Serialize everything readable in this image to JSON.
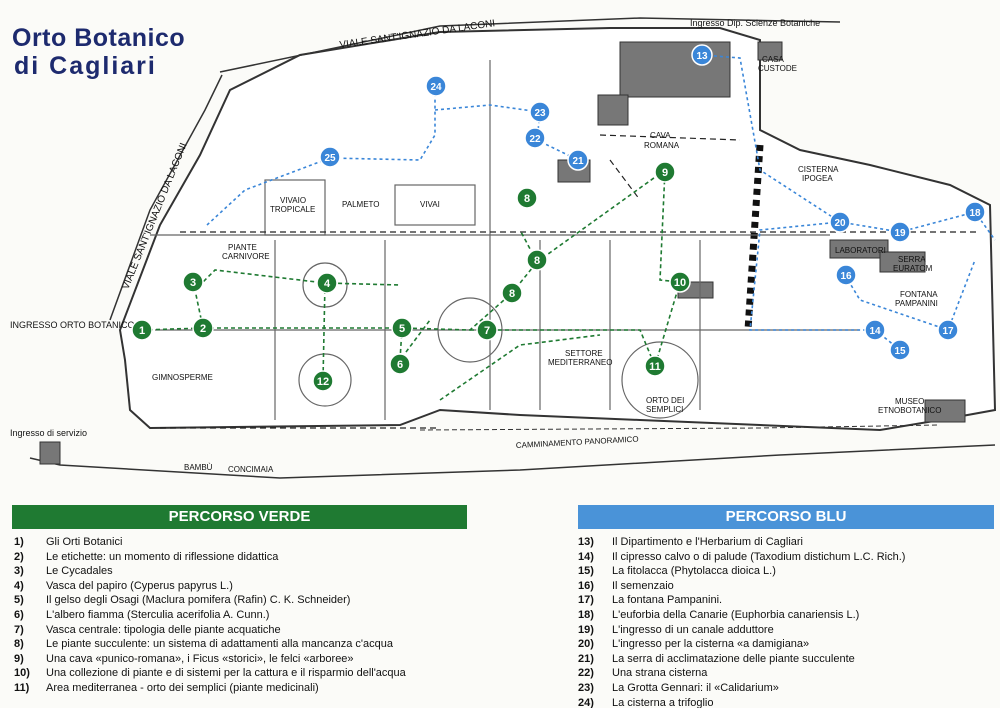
{
  "title": {
    "line1": "Orto Botanico",
    "line2": "di Cagliari"
  },
  "map_labels": {
    "viale_top": "VIALE SANT'IGNAZIO DA LACONI",
    "viale_left": "VIALE SANT'IGNAZIO DA LACONI",
    "ingresso_dip": "Ingresso Dip. Scienze Botaniche",
    "casa_custode_1": "CASA",
    "casa_custode_2": "CUSTODE",
    "cava_romana_1": "CAVA",
    "cava_romana_2": "ROMANA",
    "cisterna_ipogea_1": "CISTERNA",
    "cisterna_ipogea_2": "IPOGEA",
    "vivaio_tropicale_1": "VIVAIO",
    "vivaio_tropicale_2": "TROPICALE",
    "palmeto": "PALMETO",
    "vivai": "VIVAI",
    "piante_carnivore_1": "PIANTE",
    "piante_carnivore_2": "CARNIVORE",
    "laboratori": "LABORATORI",
    "serra_euratom_1": "SERRA",
    "serra_euratom_2": "EURATOM",
    "fontana_pampanini_1": "FONTANA",
    "fontana_pampanini_2": "PAMPANINI",
    "ingresso_orto": "INGRESSO ORTO BOTANICO",
    "gimnosperme": "GIMNOSPERME",
    "settore_med_1": "SETTORE",
    "settore_med_2": "MEDITERRANEO",
    "orto_semplici_1": "ORTO DEI",
    "orto_semplici_2": "SEMPLICI",
    "museo_1": "MUSEO",
    "museo_2": "ETNOBOTANICO",
    "ingresso_servizio": "Ingresso di servizio",
    "camminamento": "CAMMINAMENTO PANORAMICO",
    "bambu": "BAMBÙ",
    "concimaia": "CONCIMAIA"
  },
  "markers": {
    "green": [
      "1",
      "2",
      "3",
      "4",
      "5",
      "6",
      "7",
      "8",
      "8",
      "8",
      "9",
      "10",
      "11",
      "12"
    ],
    "blue": [
      "13",
      "14",
      "15",
      "16",
      "17",
      "18",
      "19",
      "20",
      "21",
      "22",
      "23",
      "24",
      "25"
    ]
  },
  "legend_green": {
    "header": "PERCORSO VERDE",
    "items": [
      {
        "num": "1)",
        "text": "Gli Orti Botanici"
      },
      {
        "num": "2)",
        "text": "Le etichette: un momento di riflessione didattica"
      },
      {
        "num": "3)",
        "text": "Le Cycadales"
      },
      {
        "num": "4)",
        "text": "Vasca del papiro (Cyperus papyrus L.)"
      },
      {
        "num": "5)",
        "text": "Il gelso degli Osagi (Maclura pomifera (Rafin) C. K. Schneider)"
      },
      {
        "num": "6)",
        "text": "L'albero fiamma (Sterculia acerifolia A. Cunn.)"
      },
      {
        "num": "7)",
        "text": "Vasca centrale: tipologia delle piante acquatiche"
      },
      {
        "num": "8)",
        "text": "Le piante succulente: un sistema di adattamenti alla mancanza c'acqua"
      },
      {
        "num": "9)",
        "text": "Una cava «punico-romana», i Ficus «storici», le felci «arboree»"
      },
      {
        "num": "10)",
        "text": "Una collezione di piante e di sistemi per la cattura e il risparmio dell'acqua"
      },
      {
        "num": "11)",
        "text": "Area mediterranea - orto dei semplici (piante medicinali)"
      }
    ]
  },
  "legend_blue": {
    "header": "PERCORSO BLU",
    "items": [
      {
        "num": "13)",
        "text": "Il Dipartimento e l'Herbarium di Cagliari"
      },
      {
        "num": "14)",
        "text": "Il cipresso calvo o di palude (Taxodium distichum L.C. Rich.)"
      },
      {
        "num": "15)",
        "text": "La fitolacca (Phytolacca dioica L.)"
      },
      {
        "num": "16)",
        "text": "Il semenzaio"
      },
      {
        "num": "17)",
        "text": "La fontana Pampanini."
      },
      {
        "num": "18)",
        "text": "L'euforbia della Canarie (Euphorbia canariensis L.)"
      },
      {
        "num": "19)",
        "text": "L'ingresso di un canale adduttore"
      },
      {
        "num": "20)",
        "text": "L'ingresso per la cisterna «a damigiana»"
      },
      {
        "num": "21)",
        "text": "La serra di acclimatazione delle piante succulente"
      },
      {
        "num": "22)",
        "text": "Una strana cisterna"
      },
      {
        "num": "23)",
        "text": "La Grotta Gennari: il «Calidarium»"
      },
      {
        "num": "24)",
        "text": "La cisterna a trifoglio"
      }
    ]
  },
  "colors": {
    "green_route": "#1f7a32",
    "blue_route": "#3a86d8",
    "title": "#1d2a6e"
  }
}
